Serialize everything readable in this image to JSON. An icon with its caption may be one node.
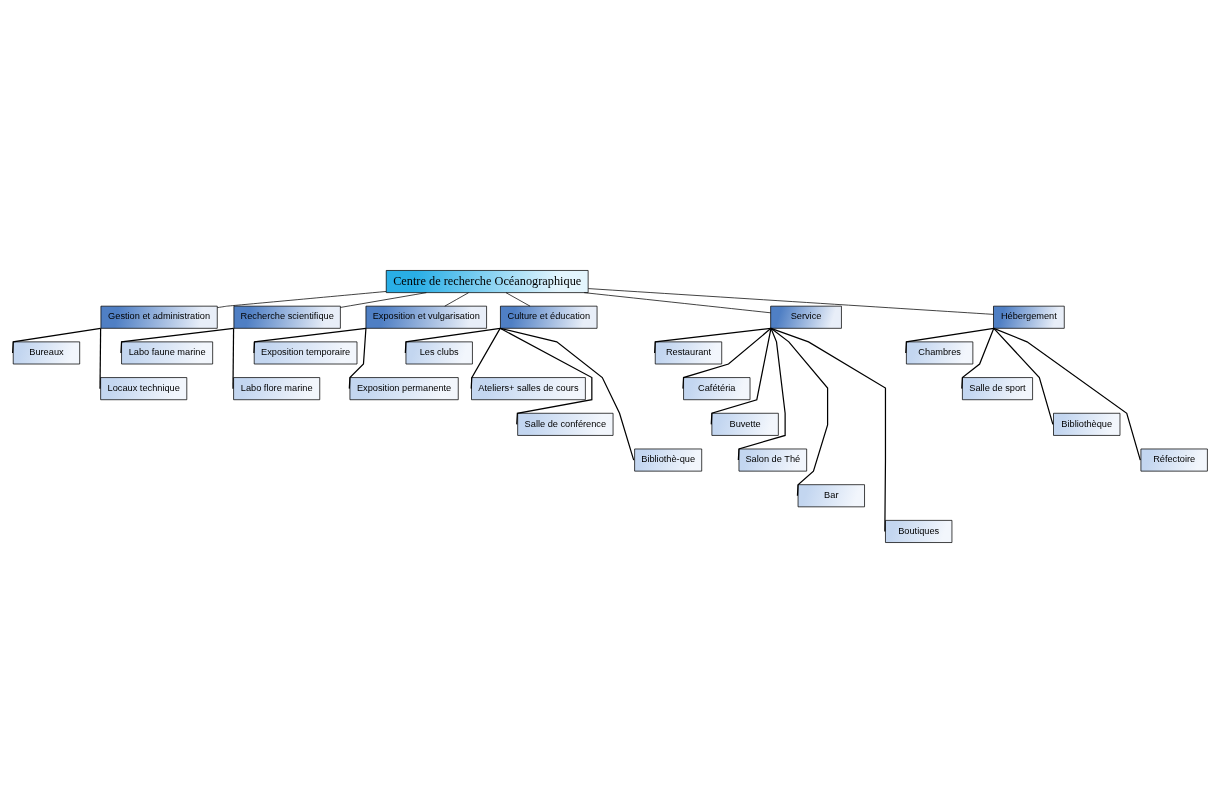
{
  "diagram": {
    "nodes": [
      {
        "text": [
          "Centre de recherche Océanographique"
        ]
      },
      {
        "text": [
          "Gestion et administration"
        ]
      },
      {
        "text": [
          "Recherche scientifique"
        ]
      },
      {
        "text": [
          "Exposition et vulgarisation"
        ]
      },
      {
        "text": [
          "Culture et éducation"
        ]
      },
      {
        "text": [
          "Service"
        ]
      },
      {
        "text": [
          "Hébergement"
        ]
      },
      {
        "text": [
          "Bureaux"
        ]
      },
      {
        "text": [
          "Locaux technique"
        ]
      },
      {
        "text": [
          "Labo faune marine"
        ]
      },
      {
        "text": [
          "Labo flore marine"
        ]
      },
      {
        "text": [
          "Exposition temporaire"
        ]
      },
      {
        "text": [
          "Exposition permanente"
        ]
      },
      {
        "text": [
          "Les clubs"
        ]
      },
      {
        "text": [
          "Ateliers+ salles de cours"
        ]
      },
      {
        "text": [
          "Salle de conférence"
        ]
      },
      {
        "text": [
          "Bibliothè-que"
        ]
      },
      {
        "text": [
          "Restaurant"
        ]
      },
      {
        "text": [
          "Cafétéria"
        ]
      },
      {
        "text": [
          "Buvette"
        ]
      },
      {
        "text": [
          "Salon de Thé"
        ]
      },
      {
        "text": [
          "Bar"
        ]
      },
      {
        "text": [
          "Boutiques"
        ]
      },
      {
        "text": [
          "Chambres"
        ]
      },
      {
        "text": [
          "Salle de sport"
        ]
      },
      {
        "text": [
          "Bibliothèque"
        ]
      },
      {
        "text": [
          "Réfectoire"
        ]
      }
    ],
    "edges": [
      {
        "from": 0,
        "to": 1,
        "arrow": "none"
      },
      {
        "from": 0,
        "to": 2,
        "arrow": "none"
      },
      {
        "from": 0,
        "to": 3,
        "arrow": "none"
      },
      {
        "from": 0,
        "to": 4,
        "arrow": "none"
      },
      {
        "from": 0,
        "to": 5,
        "arrow": "none"
      },
      {
        "from": 0,
        "to": 6,
        "arrow": "none"
      },
      {
        "from": 1,
        "to": 7,
        "arrow": "none"
      },
      {
        "from": 1,
        "to": 8,
        "arrow": "none"
      },
      {
        "from": 2,
        "to": 9,
        "arrow": "none"
      },
      {
        "from": 2,
        "to": 10,
        "arrow": "none"
      },
      {
        "from": 3,
        "to": 11,
        "arrow": "none"
      },
      {
        "from": 3,
        "to": 12,
        "arrow": "none"
      },
      {
        "from": 4,
        "to": 13,
        "arrow": "none"
      },
      {
        "from": 4,
        "to": 14,
        "arrow": "none"
      },
      {
        "from": 4,
        "to": 15,
        "arrow": "none"
      },
      {
        "from": 4,
        "to": 16,
        "arrow": "none"
      },
      {
        "from": 5,
        "to": 17,
        "arrow": "none"
      },
      {
        "from": 5,
        "to": 18,
        "arrow": "none"
      },
      {
        "from": 5,
        "to": 19,
        "arrow": "none"
      },
      {
        "from": 5,
        "to": 20,
        "arrow": "none"
      },
      {
        "from": 5,
        "to": 21,
        "arrow": "none"
      },
      {
        "from": 5,
        "to": 22,
        "arrow": "none"
      },
      {
        "from": 6,
        "to": 23,
        "arrow": "none"
      },
      {
        "from": 6,
        "to": 24,
        "arrow": "none"
      },
      {
        "from": 6,
        "to": 25,
        "arrow": "none"
      },
      {
        "from": 6,
        "to": 26,
        "arrow": "none"
      }
    ]
  }
}
